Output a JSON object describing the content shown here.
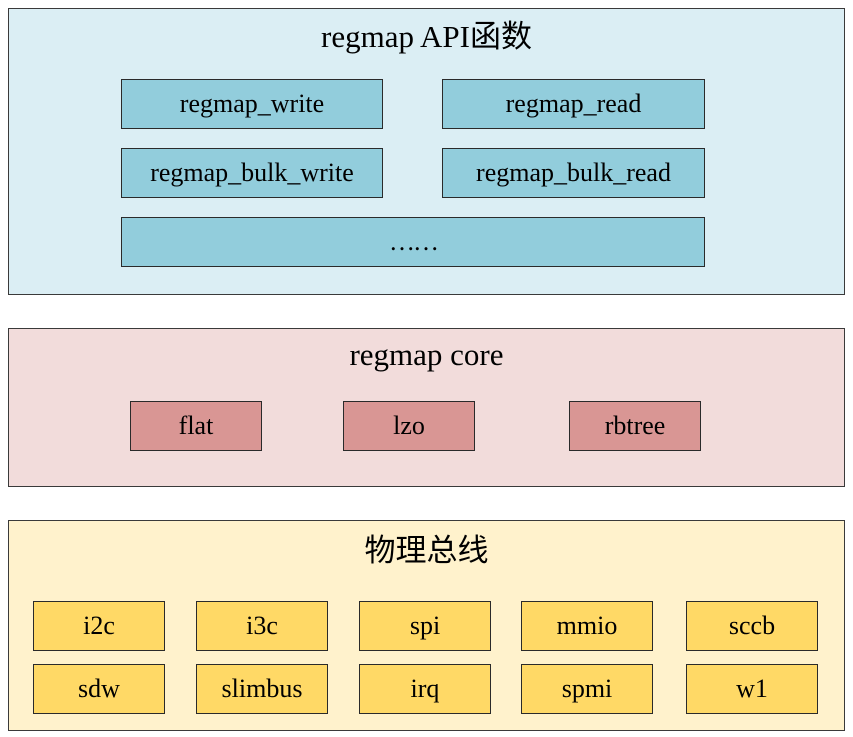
{
  "api_layer": {
    "title": "regmap API函数",
    "functions": [
      "regmap_write",
      "regmap_read",
      "regmap_bulk_write",
      "regmap_bulk_read"
    ],
    "more": "……",
    "fill_color": "#dbeef4",
    "box_color": "#92cddc"
  },
  "core_layer": {
    "title": "regmap core",
    "caches": [
      "flat",
      "lzo",
      "rbtree"
    ],
    "fill_color": "#f2dcdb",
    "box_color": "#d99694"
  },
  "bus_layer": {
    "title": "物理总线",
    "row1": [
      "i2c",
      "i3c",
      "spi",
      "mmio",
      "sccb"
    ],
    "row2": [
      "sdw",
      "slimbus",
      "irq",
      "spmi",
      "w1"
    ],
    "fill_color": "#fff2cc",
    "box_color": "#ffd966"
  }
}
